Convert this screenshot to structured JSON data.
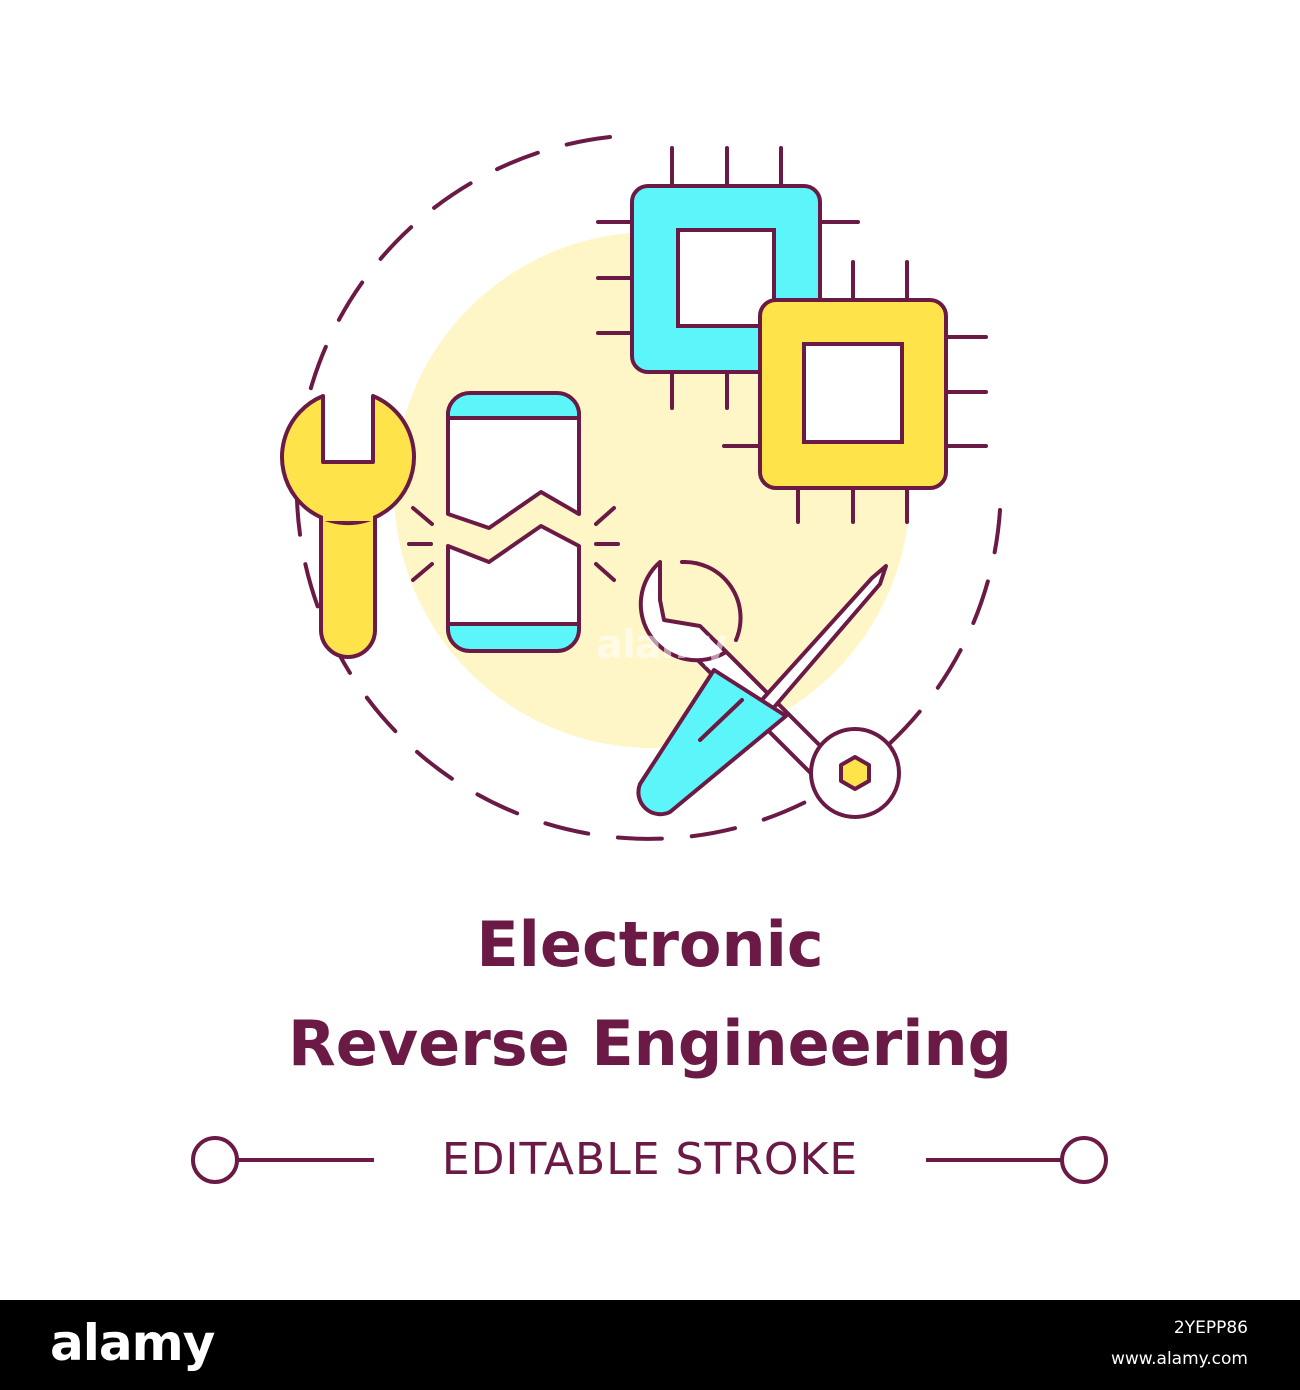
{
  "title": {
    "line1": "Electronic",
    "line2": "Reverse Engineering"
  },
  "stroke_label": "EDITABLE STROKE",
  "watermark": "alamy",
  "footer": {
    "logo": "alamy",
    "image_id": "2YEPP86",
    "site": "www.alamy.com"
  },
  "colors": {
    "outline": "#6b1a45",
    "cyan": "#5cf6fa",
    "yellow": "#ffe34a",
    "bg_circle": "#fff6c8",
    "text": "#6b1a45",
    "footer_bg": "#000000"
  },
  "icons": [
    "wrench-icon",
    "broken-phone-icon",
    "cpu-chip-icon",
    "cpu-chip-icon",
    "wrench-screwdriver-icon"
  ]
}
